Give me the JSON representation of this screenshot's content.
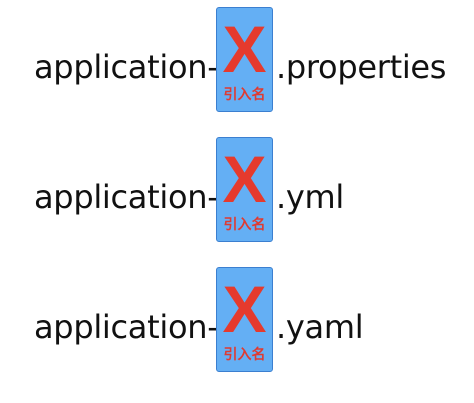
{
  "rows": [
    {
      "prefix": "application-",
      "placeholder": "X",
      "placeholder_label": "引入名",
      "suffix": ".properties"
    },
    {
      "prefix": "application-",
      "placeholder": "X",
      "placeholder_label": "引入名",
      "suffix": ".yml"
    },
    {
      "prefix": "application-",
      "placeholder": "X",
      "placeholder_label": "引入名",
      "suffix": ".yaml"
    }
  ],
  "colors": {
    "placeholder_box": "#64aff4",
    "placeholder_x": "#e53a2d",
    "placeholder_label": "#e03a30",
    "text": "#111111"
  }
}
